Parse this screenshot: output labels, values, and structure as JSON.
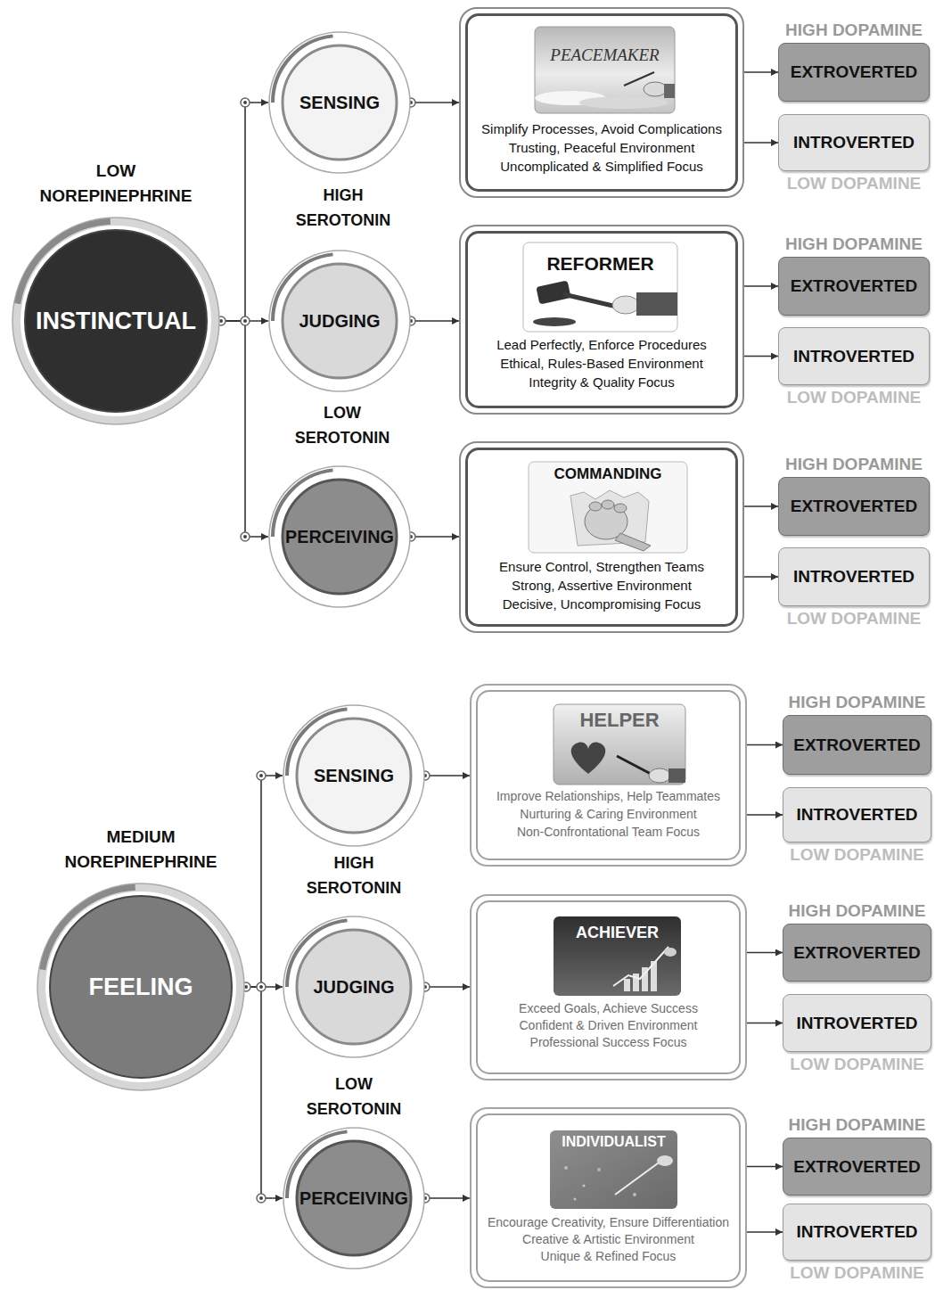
{
  "diagram": {
    "nodes": [
      {
        "text": [
          "LOW NOREPINEPHRINE",
          "INSTINCTUAL"
        ]
      },
      {
        "text": [
          "SENSING"
        ]
      },
      {
        "text": [
          "PEACEMAKER",
          "Simplify Processes, Avoid Complications",
          "Trusting, Peaceful Environment",
          "Uncomplicated & Simplified Focus"
        ]
      },
      {
        "text": [
          "HIGH DOPAMINE",
          "EXTROVERTED"
        ]
      },
      {
        "text": [
          "INTROVERTED",
          "LOW DOPAMINE"
        ]
      },
      {
        "text": [
          "JUDGING"
        ]
      },
      {
        "text": [
          "REFORMER",
          "Lead Perfectly, Enforce Procedures",
          "Ethical, Rules-Based Environment",
          "Integrity & Quality Focus"
        ]
      },
      {
        "text": [
          "HIGH DOPAMINE",
          "EXTROVERTED"
        ]
      },
      {
        "text": [
          "INTROVERTED",
          "LOW DOPAMINE"
        ]
      },
      {
        "text": [
          "PERCEIVING"
        ]
      },
      {
        "text": [
          "COMMANDING",
          "Ensure Control, Strengthen Teams",
          "Strong, Assertive Environment",
          "Decisive, Uncompromising Focus"
        ]
      },
      {
        "text": [
          "HIGH DOPAMINE",
          "EXTROVERTED"
        ]
      },
      {
        "text": [
          "INTROVERTED",
          "LOW DOPAMINE"
        ]
      },
      {
        "text": [
          "MEDIUM NOREPINEPHRINE",
          "FEELING"
        ]
      },
      {
        "text": [
          "SENSING"
        ]
      },
      {
        "text": [
          "HELPER",
          "Improve Relationships, Help Teammates",
          "Nurturing & Caring Environment",
          "Non-Confrontational Team Focus"
        ]
      },
      {
        "text": [
          "HIGH DOPAMINE",
          "EXTROVERTED"
        ]
      },
      {
        "text": [
          "INTROVERTED",
          "LOW DOPAMINE"
        ]
      },
      {
        "text": [
          "JUDGING"
        ]
      },
      {
        "text": [
          "ACHIEVER",
          "Exceed Goals, Achieve Success",
          "Confident & Driven Environment",
          "Professional Success Focus"
        ]
      },
      {
        "text": [
          "HIGH DOPAMINE",
          "EXTROVERTED"
        ]
      },
      {
        "text": [
          "INTROVERTED",
          "LOW DOPAMINE"
        ]
      },
      {
        "text": [
          "PERCEIVING"
        ]
      },
      {
        "text": [
          "INDIVIDUALIST",
          "Encourage Creativity, Ensure Differentiation",
          "Creative & Artistic Environment",
          "Unique & Refined Focus"
        ]
      },
      {
        "text": [
          "HIGH DOPAMINE",
          "EXTROVERTED"
        ]
      },
      {
        "text": [
          "INTROVERTED",
          "LOW DOPAMINE"
        ]
      }
    ],
    "edges": [
      {
        "from": 0,
        "to": 1,
        "arrow": "to"
      },
      {
        "from": 0,
        "to": 5,
        "arrow": "to"
      },
      {
        "from": 0,
        "to": 9,
        "arrow": "to"
      },
      {
        "from": 1,
        "to": 2,
        "arrow": "to"
      },
      {
        "from": 2,
        "to": 3,
        "arrow": "to"
      },
      {
        "from": 2,
        "to": 4,
        "arrow": "to"
      },
      {
        "from": 5,
        "to": 6,
        "arrow": "to"
      },
      {
        "from": 6,
        "to": 7,
        "arrow": "to"
      },
      {
        "from": 6,
        "to": 8,
        "arrow": "to"
      },
      {
        "from": 9,
        "to": 10,
        "arrow": "to"
      },
      {
        "from": 10,
        "to": 11,
        "arrow": "to"
      },
      {
        "from": 10,
        "to": 12,
        "arrow": "to"
      },
      {
        "from": 13,
        "to": 14,
        "arrow": "to"
      },
      {
        "from": 13,
        "to": 18,
        "arrow": "to"
      },
      {
        "from": 13,
        "to": 22,
        "arrow": "to"
      },
      {
        "from": 14,
        "to": 15,
        "arrow": "to"
      },
      {
        "from": 15,
        "to": 16,
        "arrow": "to"
      },
      {
        "from": 15,
        "to": 17,
        "arrow": "to"
      },
      {
        "from": 18,
        "to": 19,
        "arrow": "to"
      },
      {
        "from": 19,
        "to": 20,
        "arrow": "to"
      },
      {
        "from": 19,
        "to": 21,
        "arrow": "to"
      },
      {
        "from": 22,
        "to": 23,
        "arrow": "to"
      },
      {
        "from": 23,
        "to": 24,
        "arrow": "to"
      },
      {
        "from": 23,
        "to": 25,
        "arrow": "to"
      }
    ],
    "labels": [
      "HIGH SEROTONIN",
      "LOW SEROTONIN",
      "HIGH SEROTONIN",
      "LOW SEROTONIN"
    ]
  }
}
